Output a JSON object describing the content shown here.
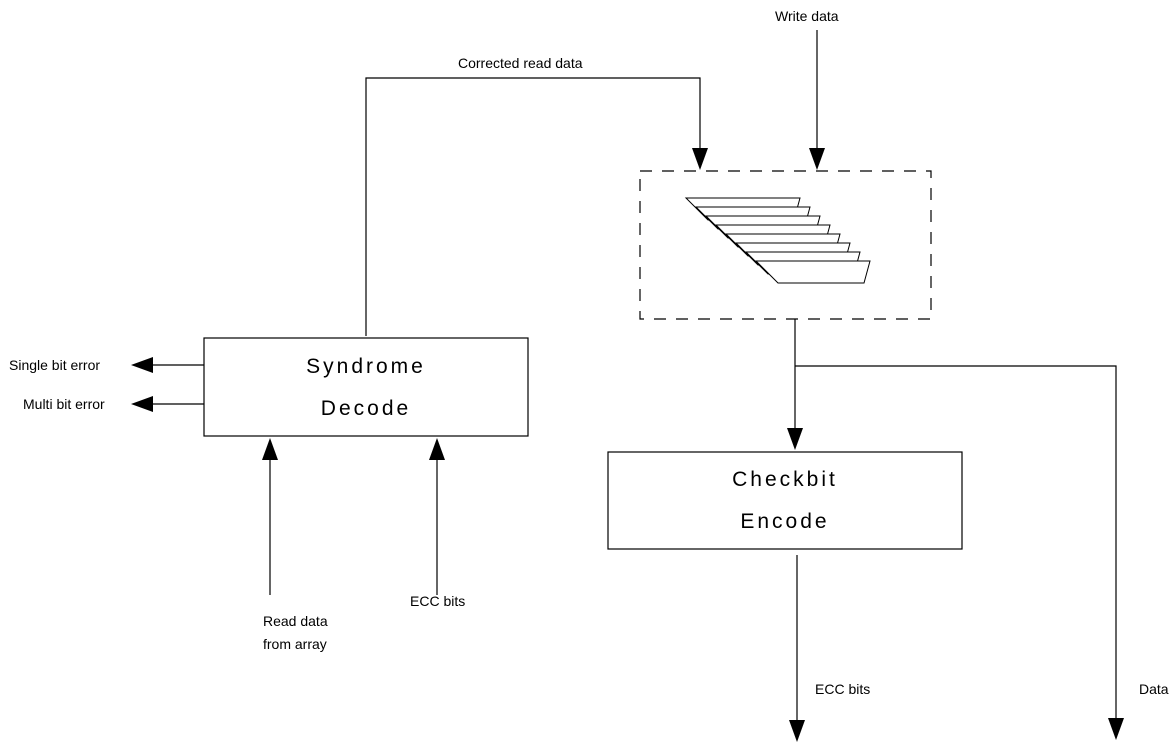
{
  "labels": {
    "write_data": "Write data",
    "corrected_read_data": "Corrected read data",
    "single_bit_error": "Single bit error",
    "multi_bit_error": "Multi bit error",
    "read_data_line1": "Read data",
    "read_data_line2": "from array",
    "ecc_bits_in": "ECC bits",
    "ecc_bits_out": "ECC bits",
    "data_out": "Data"
  },
  "blocks": {
    "syndrome_line1": "Syndrome",
    "syndrome_line2": "Decode",
    "checkbit_line1": "Checkbit",
    "checkbit_line2": "Encode"
  },
  "mux_stack_count": 8
}
